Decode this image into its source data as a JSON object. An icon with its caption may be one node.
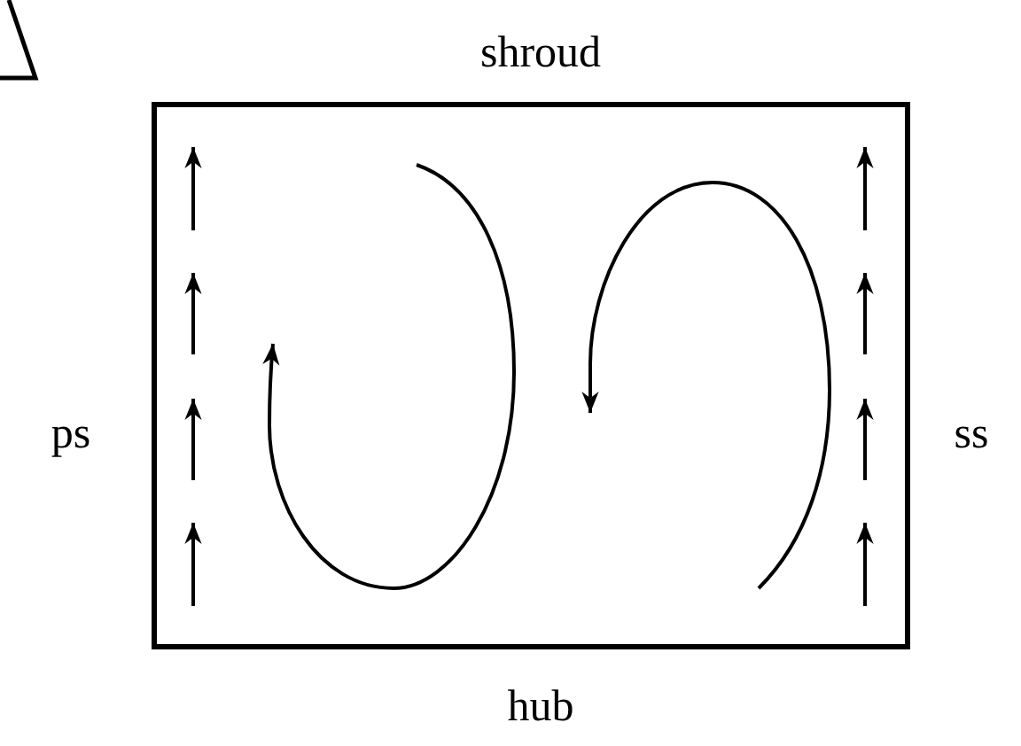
{
  "diagram": {
    "nodes": [
      {
        "text": [],
        "shape": "box",
        "beside": [
          "shroud",
          "ps",
          "ss",
          "hub"
        ]
      }
    ]
  }
}
